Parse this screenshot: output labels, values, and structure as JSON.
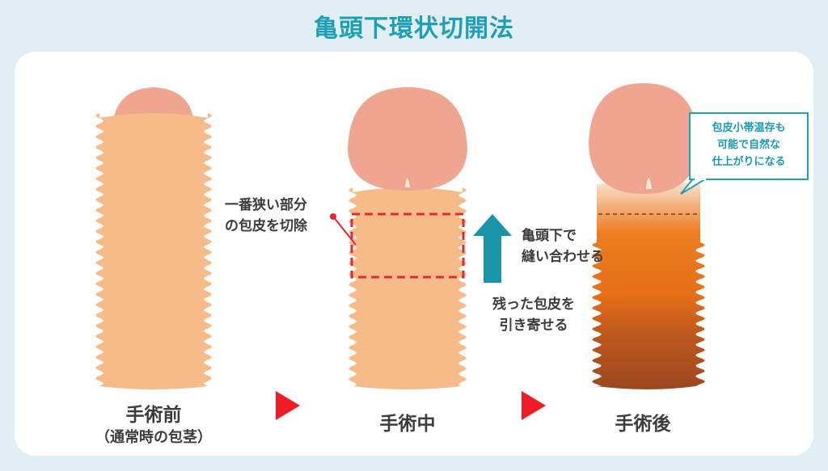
{
  "title": "亀頭下環状切開法",
  "stages": [
    {
      "label": "手術前",
      "sublabel": "（通常時の包茎）"
    },
    {
      "label": "手術中"
    },
    {
      "label": "手術後"
    }
  ],
  "annotations": {
    "cut_line1": "一番狭い部分",
    "cut_line2": "の包皮を切除",
    "suture_line1": "亀頭下で",
    "suture_line2": "縫い合わせる",
    "pull_line1": "残った包皮を",
    "pull_line2": "引き寄せる"
  },
  "callout": {
    "line1": "包皮小帯温存も",
    "line2": "可能で自然な",
    "line3": "仕上がりになる"
  },
  "colors": {
    "title": "#1f9fb3",
    "skin": "#f7bb8a",
    "glans": "#f0a590",
    "cut_box": "#e8262f",
    "arrow": "#1a94a8",
    "stage_arrow": "#ee1c25"
  }
}
